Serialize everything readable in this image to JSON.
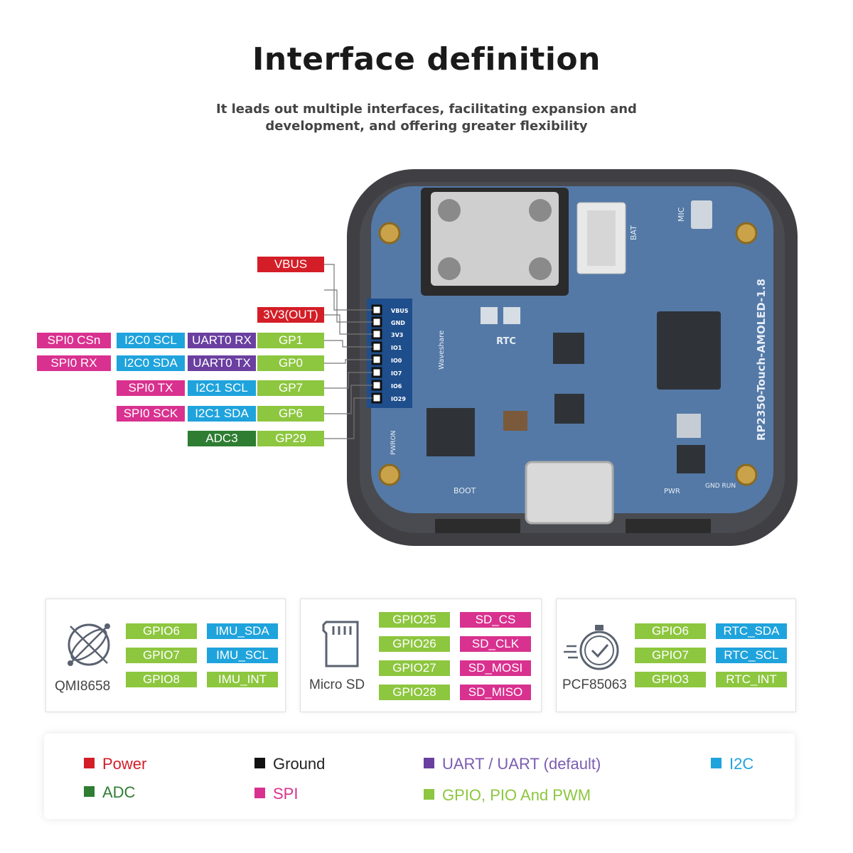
{
  "header": {
    "title": "Interface definition",
    "subtitle_line1": "It leads out multiple interfaces, facilitating expansion and",
    "subtitle_line2": "development, and offering greater flexibility"
  },
  "colors": {
    "power": "#d41e27",
    "ground": "#111111",
    "uart": "#6a3fa0",
    "i2c": "#1fa3dc",
    "spi": "#d9318f",
    "gpio": "#8dc63f",
    "adc": "#2e7d32"
  },
  "pins": [
    {
      "main": "VBUS",
      "type": "power",
      "alts": []
    },
    {
      "main": "GND",
      "type": "ground",
      "alts": []
    },
    {
      "main": "3V3(OUT)",
      "type": "power",
      "alts": []
    },
    {
      "main": "GP1",
      "type": "gpio",
      "alts": [
        {
          "text": "UART0 RX",
          "type": "uart"
        },
        {
          "text": "I2C0 SCL",
          "type": "i2c"
        },
        {
          "text": "SPI0 CSn",
          "type": "spi"
        }
      ]
    },
    {
      "main": "GP0",
      "type": "gpio",
      "alts": [
        {
          "text": "UART0 TX",
          "type": "uart"
        },
        {
          "text": "I2C0 SDA",
          "type": "i2c"
        },
        {
          "text": "SPI0 RX",
          "type": "spi"
        }
      ]
    },
    {
      "main": "GP7",
      "type": "gpio",
      "alts": [
        {
          "text": "I2C1 SCL",
          "type": "i2c"
        },
        {
          "text": "SPI0 TX",
          "type": "spi"
        }
      ]
    },
    {
      "main": "GP6",
      "type": "gpio",
      "alts": [
        {
          "text": "I2C1 SDA",
          "type": "i2c"
        },
        {
          "text": "SPI0 SCK",
          "type": "spi"
        }
      ]
    },
    {
      "main": "GP29",
      "type": "gpio",
      "alts": [
        {
          "text": "ADC3",
          "type": "adc"
        }
      ]
    }
  ],
  "board": {
    "header_pins": [
      "VBUS",
      "GND",
      "3V3",
      "IO1",
      "IO0",
      "IO7",
      "IO6",
      "IO29"
    ],
    "side_text": "RP2350-Touch-AMOLED-1.8",
    "rtc": "RTC",
    "bat": "BAT",
    "mic": "MIC",
    "boot": "BOOT",
    "pwr": "PWR",
    "gnd_run": "GND RUN",
    "brand": "Waveshare",
    "pwron": "PWRON"
  },
  "panels": [
    {
      "name": "QMI8658",
      "icon": "imu-icon",
      "rows": [
        {
          "gpio": "GPIO6",
          "fn": "IMU_SDA",
          "fn_type": "i2c"
        },
        {
          "gpio": "GPIO7",
          "fn": "IMU_SCL",
          "fn_type": "i2c"
        },
        {
          "gpio": "GPIO8",
          "fn": "IMU_INT",
          "fn_type": "gpio"
        }
      ]
    },
    {
      "name": "Micro SD",
      "icon": "sd-card-icon",
      "rows": [
        {
          "gpio": "GPIO25",
          "fn": "SD_CS",
          "fn_type": "spi"
        },
        {
          "gpio": "GPIO26",
          "fn": "SD_CLK",
          "fn_type": "spi"
        },
        {
          "gpio": "GPIO27",
          "fn": "SD_MOSI",
          "fn_type": "spi"
        },
        {
          "gpio": "GPIO28",
          "fn": "SD_MISO",
          "fn_type": "spi"
        }
      ]
    },
    {
      "name": "PCF85063",
      "icon": "stopwatch-icon",
      "rows": [
        {
          "gpio": "GPIO6",
          "fn": "RTC_SDA",
          "fn_type": "i2c"
        },
        {
          "gpio": "GPIO7",
          "fn": "RTC_SCL",
          "fn_type": "i2c"
        },
        {
          "gpio": "GPIO3",
          "fn": "RTC_INT",
          "fn_type": "gpio"
        }
      ]
    }
  ],
  "legend": [
    {
      "text": "Power",
      "type": "power",
      "text_color": "#d41e27"
    },
    {
      "text": "Ground",
      "type": "ground",
      "text_color": "#222222"
    },
    {
      "text": "UART / UART (default)",
      "type": "uart",
      "text_color": "#7b5cb0"
    },
    {
      "text": "I2C",
      "type": "i2c",
      "text_color": "#1fa3dc"
    },
    {
      "text": "ADC",
      "type": "adc",
      "text_color": "#2e7d32"
    },
    {
      "text": "SPI",
      "type": "spi",
      "text_color": "#d9318f"
    },
    {
      "text": "GPIO, PIO And PWM",
      "type": "gpio",
      "text_color": "#8dc63f"
    }
  ]
}
